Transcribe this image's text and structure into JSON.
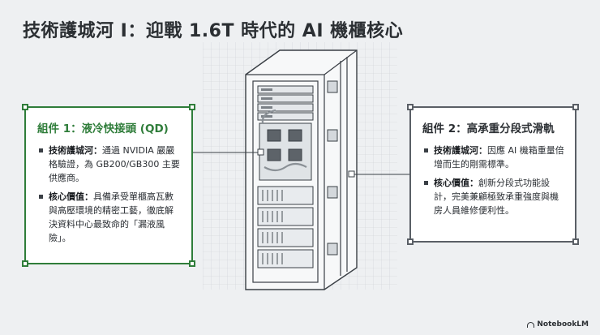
{
  "title": "技術護城河 I：迎戰 1.6T 時代的 AI 機櫃核心",
  "left_card": {
    "heading": "組件 1：液冷快接頭 (QD)",
    "items": [
      {
        "label": "技術護城河：",
        "text": "通過 NVIDIA 嚴嚴格驗證，為 GB200/GB300 主要供應商。"
      },
      {
        "label": "核心價值：",
        "text": "具備承受單櫃高瓦數與高壓環境的精密工藝，徹底解決資料中心最致命的「漏液風險」。"
      }
    ]
  },
  "right_card": {
    "heading": "組件 2：高承重分段式滑軌",
    "items": [
      {
        "label": "技術護城河：",
        "text": "因應 AI 機箱重量倍增而生的剛需標準。"
      },
      {
        "label": "核心價值：",
        "text": "創新分段式功能設計，完美兼顧極致承重強度與機房人員維修便利性。"
      }
    ]
  },
  "brand": {
    "name": "NotebookLM"
  },
  "colors": {
    "accent_green": "#2f7d3a",
    "accent_gray": "#5a5f66",
    "background": "#eef0f2"
  }
}
